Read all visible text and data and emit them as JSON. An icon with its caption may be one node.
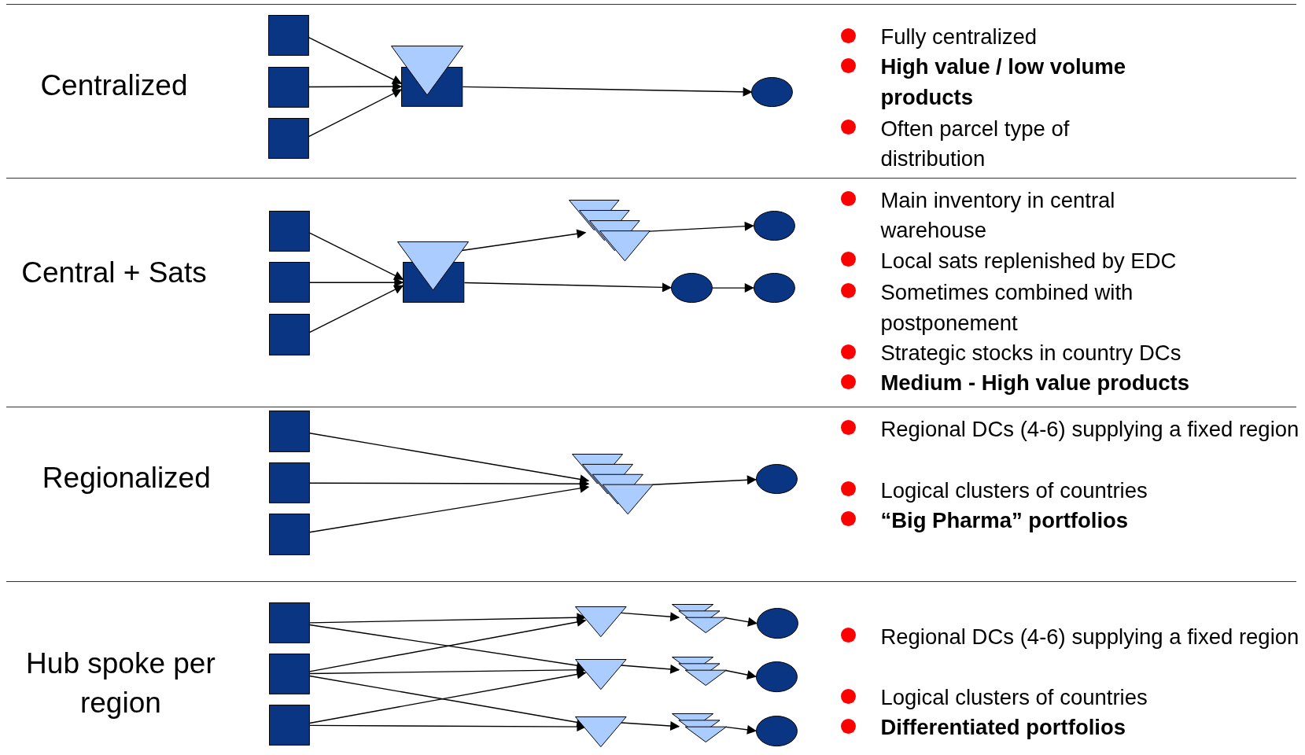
{
  "diagram": {
    "nodes": [
      {
        "text": [],
        "shape": "box"
      },
      {
        "text": [],
        "shape": "box"
      },
      {
        "text": [],
        "shape": "box"
      },
      {
        "text": [],
        "shape": "box"
      },
      {
        "text": [],
        "shape": "triangle"
      },
      {
        "text": [],
        "shape": "circle"
      },
      {
        "text": [],
        "shape": "box"
      },
      {
        "text": [],
        "shape": "box"
      },
      {
        "text": [],
        "shape": "box"
      },
      {
        "text": [],
        "shape": "box"
      },
      {
        "text": [],
        "shape": "triangle"
      },
      {
        "text": [],
        "shape": "triangles"
      },
      {
        "text": [],
        "shape": "circle"
      },
      {
        "text": [],
        "shape": "circle"
      },
      {
        "text": [],
        "shape": "circle"
      },
      {
        "text": [],
        "shape": "box"
      },
      {
        "text": [],
        "shape": "box"
      },
      {
        "text": [],
        "shape": "box"
      },
      {
        "text": [],
        "shape": "triangles"
      },
      {
        "text": [],
        "shape": "circle"
      },
      {
        "text": [],
        "shape": "box"
      },
      {
        "text": [],
        "shape": "box"
      },
      {
        "text": [],
        "shape": "box"
      },
      {
        "text": [],
        "shape": "triangle"
      },
      {
        "text": [],
        "shape": "triangle"
      },
      {
        "text": [],
        "shape": "triangle"
      },
      {
        "text": [],
        "shape": "triangles"
      },
      {
        "text": [],
        "shape": "triangles"
      },
      {
        "text": [],
        "shape": "triangles"
      },
      {
        "text": [],
        "shape": "circle"
      },
      {
        "text": [],
        "shape": "circle"
      },
      {
        "text": [],
        "shape": "circle"
      }
    ],
    "edges": [
      {
        "from": 0,
        "to": 3,
        "arrow": "to"
      },
      {
        "from": 1,
        "to": 3,
        "arrow": "to"
      },
      {
        "from": 2,
        "to": 3,
        "arrow": "to"
      },
      {
        "from": 3,
        "to": 5,
        "arrow": "to"
      },
      {
        "from": 6,
        "to": 9,
        "arrow": "to"
      },
      {
        "from": 7,
        "to": 9,
        "arrow": "to"
      },
      {
        "from": 8,
        "to": 9,
        "arrow": "to"
      },
      {
        "from": 10,
        "to": 11,
        "arrow": "to"
      },
      {
        "from": 11,
        "to": 13,
        "arrow": "to"
      },
      {
        "from": 9,
        "to": 12,
        "arrow": "to"
      },
      {
        "from": 12,
        "to": 14,
        "arrow": "to"
      },
      {
        "from": 15,
        "to": 18,
        "arrow": "to"
      },
      {
        "from": 16,
        "to": 18,
        "arrow": "to"
      },
      {
        "from": 17,
        "to": 18,
        "arrow": "to"
      },
      {
        "from": 18,
        "to": 19,
        "arrow": "to"
      },
      {
        "from": 20,
        "to": 23,
        "arrow": "to"
      },
      {
        "from": 20,
        "to": 24,
        "arrow": "to"
      },
      {
        "from": 21,
        "to": 23,
        "arrow": "to"
      },
      {
        "from": 21,
        "to": 24,
        "arrow": "to"
      },
      {
        "from": 21,
        "to": 25,
        "arrow": "to"
      },
      {
        "from": 22,
        "to": 24,
        "arrow": "to"
      },
      {
        "from": 22,
        "to": 25,
        "arrow": "to"
      },
      {
        "from": 23,
        "to": 26,
        "arrow": "to"
      },
      {
        "from": 24,
        "to": 27,
        "arrow": "to"
      },
      {
        "from": 25,
        "to": 28,
        "arrow": "to"
      },
      {
        "from": 26,
        "to": 29,
        "arrow": "to"
      },
      {
        "from": 27,
        "to": 30,
        "arrow": "to"
      },
      {
        "from": 28,
        "to": 31,
        "arrow": "to"
      }
    ],
    "labels": [
      "Centralized",
      "Fully centralized",
      "High value / low volume products",
      "Often parcel type of distribution",
      "Central + Sats",
      "Main inventory in central warehouse",
      "Local sats replenished by EDC",
      "Sometimes combined with postponement",
      "Strategic stocks in country DCs",
      "Medium - High value products",
      "Regionalized",
      "Regional DCs (4-6) supplying a fixed region",
      "Logical clusters of countries",
      "“Big Pharma” portfolios",
      "Hub spoke per region",
      "Regional DCs (4-6) supplying a fixed region",
      "Logical clusters of countries",
      "Differentiated portfolios"
    ]
  }
}
